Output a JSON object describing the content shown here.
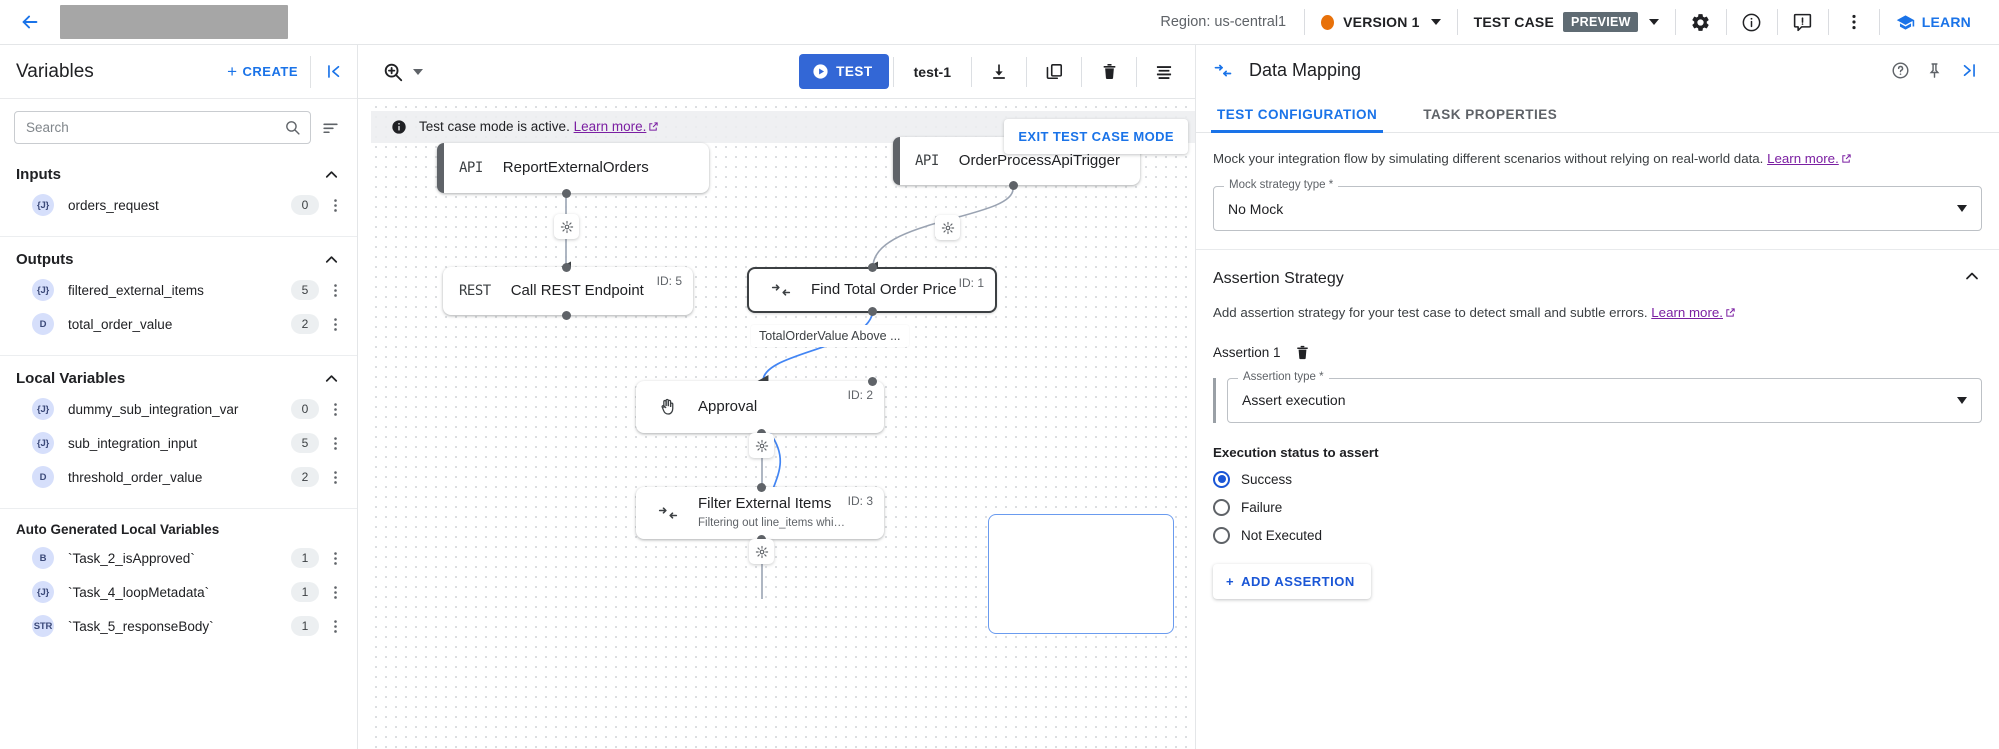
{
  "topbar": {
    "back_icon": "arrow-back-icon",
    "title_redacted": "",
    "region": "Region: us-central1",
    "version_label": "VERSION 1",
    "test_case_label": "TEST CASE",
    "preview_badge": "PREVIEW",
    "icons": [
      "gear-icon",
      "info-icon",
      "feedback-icon",
      "more-vert-icon"
    ],
    "learn_label": "LEARN"
  },
  "sidebar": {
    "title": "Variables",
    "create_label": "CREATE",
    "collapse_icon": "collapse-panel-icon",
    "search_placeholder": "Search",
    "search_value": "",
    "sort_icon": "sort-icon",
    "sections": [
      {
        "title": "Inputs",
        "items": [
          {
            "type": "{J}",
            "name": "orders_request",
            "count": "0"
          }
        ]
      },
      {
        "title": "Outputs",
        "items": [
          {
            "type": "{J}",
            "name": "filtered_external_items",
            "count": "5"
          },
          {
            "type": "D",
            "name": "total_order_value",
            "count": "2"
          }
        ]
      },
      {
        "title": "Local Variables",
        "items": [
          {
            "type": "{J}",
            "name": "dummy_sub_integration_var",
            "count": "0"
          },
          {
            "type": "{J}",
            "name": "sub_integration_input",
            "count": "5"
          },
          {
            "type": "D",
            "name": "threshold_order_value",
            "count": "2"
          }
        ]
      },
      {
        "title": "Auto Generated Local Variables",
        "items": [
          {
            "type": "B",
            "name": "`Task_2_isApproved`",
            "count": "1"
          },
          {
            "type": "{J}",
            "name": "`Task_4_loopMetadata`",
            "count": "1"
          },
          {
            "type": "STR",
            "name": "`Task_5_responseBody`",
            "count": "1"
          }
        ]
      }
    ]
  },
  "canvas_toolbar": {
    "zoom_icon": "zoom-in-icon",
    "test_button": "TEST",
    "test_case_name": "test-1",
    "download_icon": "download-icon",
    "copy_icon": "copy-icon",
    "delete_icon": "trash-icon",
    "logs_icon": "logs-icon"
  },
  "canvas": {
    "banner_text": "Test case mode is active.",
    "banner_link": "Learn more.",
    "exit_button": "EXIT TEST CASE MODE",
    "edge_label": "TotalOrderValue Above ...",
    "nodes": [
      {
        "icon": "API",
        "title": "ReportExternalOrders",
        "subtitle": "",
        "id": ""
      },
      {
        "icon": "API",
        "title": "OrderProcessApiTrigger",
        "subtitle": "",
        "id": ""
      },
      {
        "icon": "REST",
        "title": "Call REST Endpoint",
        "subtitle": "",
        "id": "ID: 5"
      },
      {
        "icon": "mapping-icon",
        "title": "Find Total Order Price",
        "subtitle": "",
        "id": "ID: 1"
      },
      {
        "icon": "hand-icon",
        "title": "Approval",
        "subtitle": "",
        "id": "ID: 2"
      },
      {
        "icon": "mapping-icon",
        "title": "Filter External Items",
        "subtitle": "Filtering out line_items whi…",
        "id": "ID: 3"
      }
    ]
  },
  "right_panel": {
    "header_icon": "data-mapping-icon",
    "title": "Data Mapping",
    "help_icon": "help-circle-icon",
    "pin_icon": "pin-icon",
    "expand_icon": "expand-panel-icon",
    "tabs": [
      {
        "label": "TEST CONFIGURATION",
        "active": true
      },
      {
        "label": "TASK PROPERTIES",
        "active": false
      }
    ],
    "mock": {
      "description": "Mock your integration flow by simulating different scenarios without relying on real-world data.",
      "link": "Learn more.",
      "field_label": "Mock strategy type *",
      "field_value": "No Mock"
    },
    "assertion": {
      "section_title": "Assertion Strategy",
      "description": "Add assertion strategy for your test case to detect small and subtle errors.",
      "link": "Learn more.",
      "item_label": "Assertion 1",
      "delete_icon": "trash-icon",
      "type_field_label": "Assertion type *",
      "type_field_value": "Assert execution",
      "radio_group_title": "Execution status to assert",
      "options": [
        {
          "label": "Success",
          "selected": true
        },
        {
          "label": "Failure",
          "selected": false
        },
        {
          "label": "Not Executed",
          "selected": false
        }
      ],
      "add_label": "ADD ASSERTION"
    }
  },
  "colors": {
    "accent_blue": "#1a73e8",
    "button_blue": "#3367d6",
    "link_purple": "#7b1fa2",
    "version_orange": "#e8710a",
    "preview_chip": "#5f6b73"
  }
}
